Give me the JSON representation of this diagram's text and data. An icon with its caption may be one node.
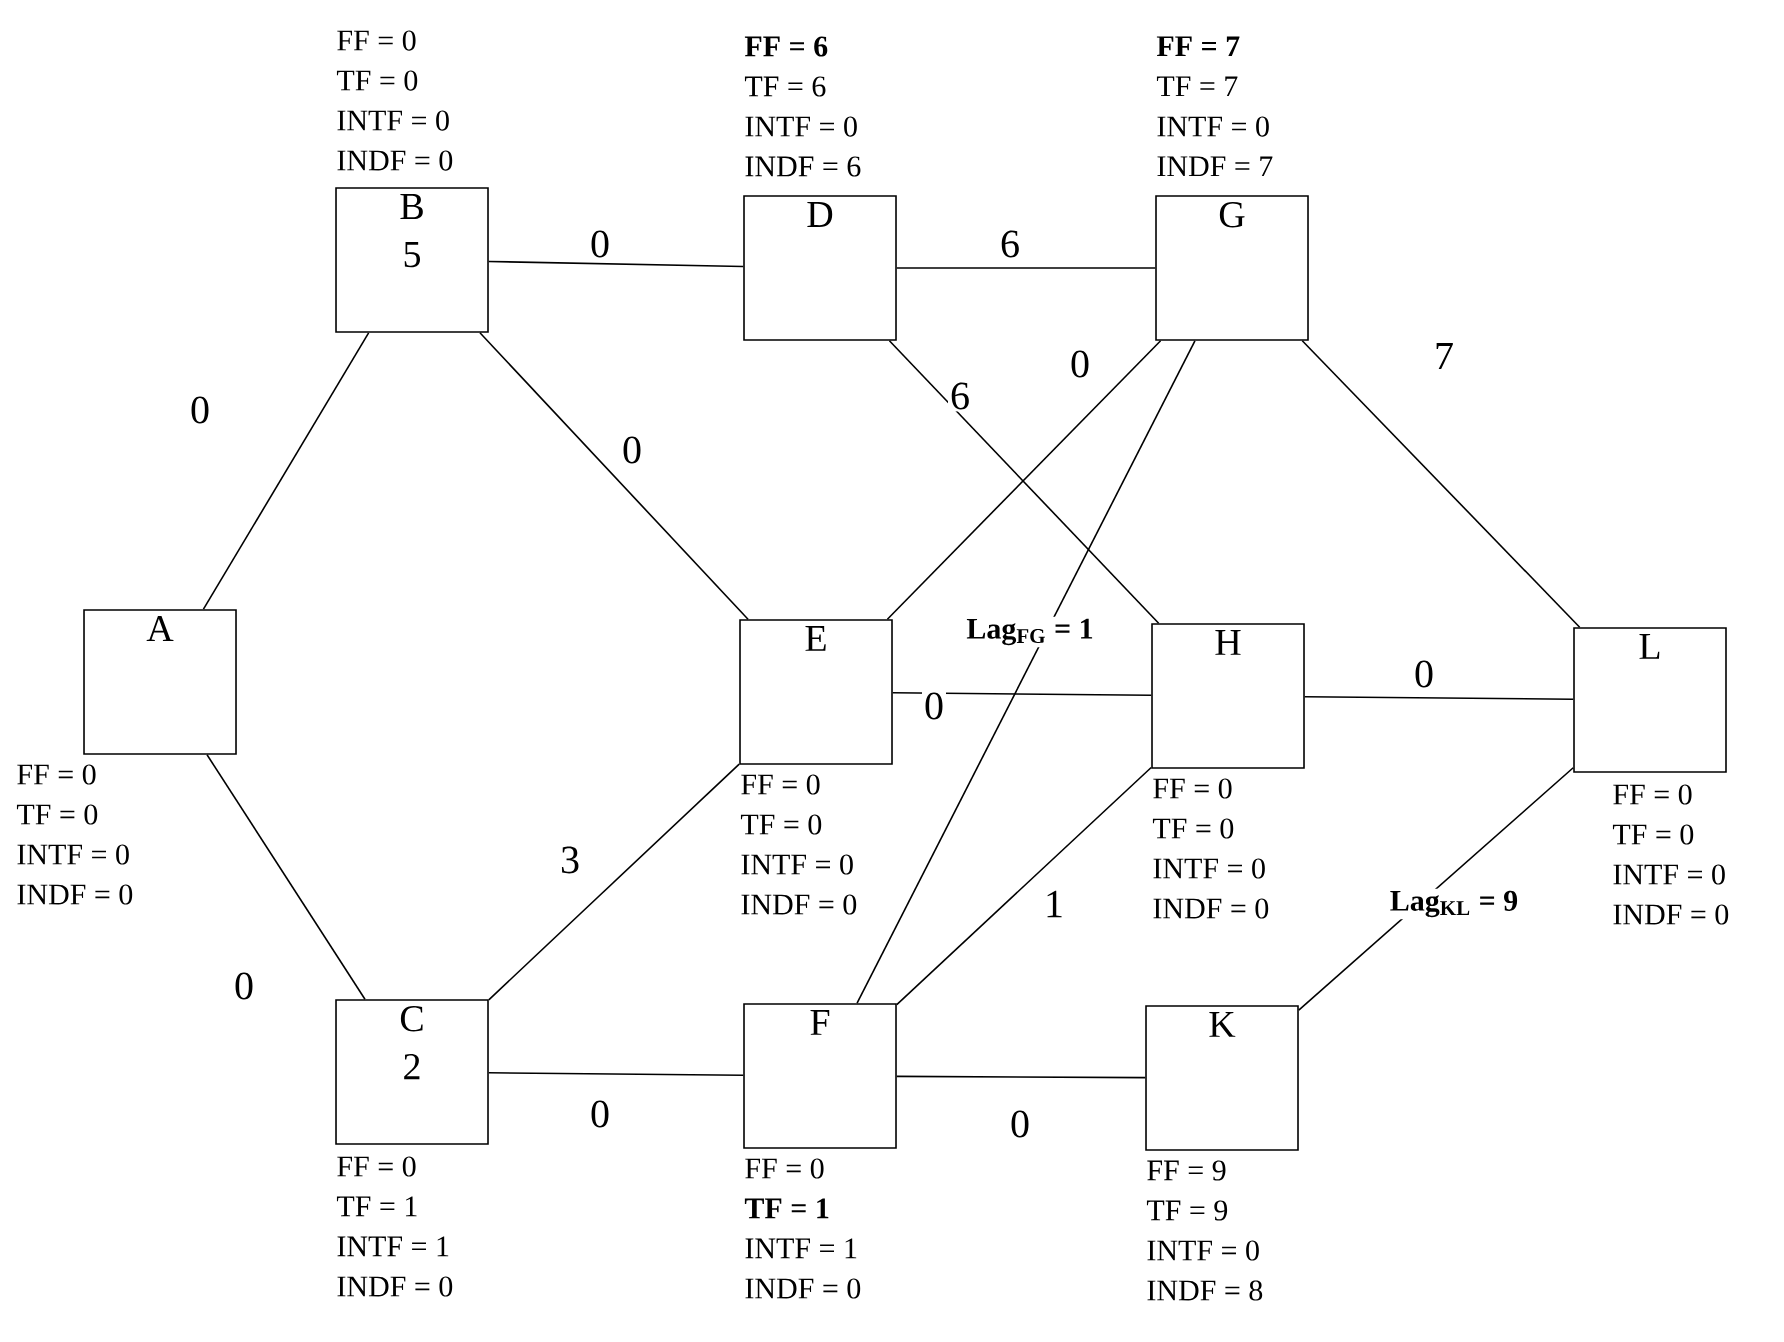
{
  "diagram": {
    "nodes": [
      {
        "text": [
          "A"
        ],
        "beside": [
          "FF = 0",
          "TF = 0",
          "INTF = 0",
          "INDF = 0"
        ]
      },
      {
        "text": [
          "B",
          "5"
        ],
        "beside": [
          "FF = 0",
          "TF = 0",
          "INTF = 0",
          "INDF = 0"
        ]
      },
      {
        "text": [
          "C",
          "2"
        ],
        "beside": [
          "FF = 0",
          "TF = 1",
          "INTF = 1",
          "INDF = 0"
        ]
      },
      {
        "text": [
          "D"
        ],
        "beside": [
          "FF = 6",
          "TF = 6",
          "INTF = 0",
          "INDF = 6"
        ]
      },
      {
        "text": [
          "E"
        ],
        "beside": [
          "FF = 0",
          "TF = 0",
          "INTF = 0",
          "INDF = 0"
        ]
      },
      {
        "text": [
          "F"
        ],
        "beside": [
          "FF = 0",
          "TF = 1",
          "INTF = 1",
          "INDF = 0"
        ]
      },
      {
        "text": [
          "G"
        ],
        "beside": [
          "FF = 7",
          "TF = 7",
          "INTF = 0",
          "INDF = 7"
        ]
      },
      {
        "text": [
          "H"
        ],
        "beside": [
          "FF = 0",
          "TF = 0",
          "INTF = 0",
          "INDF = 0"
        ]
      },
      {
        "text": [
          "K"
        ],
        "beside": [
          "FF = 9",
          "TF = 9",
          "INTF = 0",
          "INDF = 8"
        ]
      },
      {
        "text": [
          "L"
        ],
        "beside": [
          "FF = 0",
          "TF = 0",
          "INTF = 0",
          "INDF = 0"
        ]
      }
    ],
    "edges": [
      {
        "from": 0,
        "to": 1,
        "arrow": "none",
        "label": "0"
      },
      {
        "from": 0,
        "to": 2,
        "arrow": "none",
        "label": "0"
      },
      {
        "from": 1,
        "to": 3,
        "arrow": "none",
        "label": "0"
      },
      {
        "from": 1,
        "to": 4,
        "arrow": "none",
        "label": "0"
      },
      {
        "from": 2,
        "to": 4,
        "arrow": "none",
        "label": "3"
      },
      {
        "from": 2,
        "to": 5,
        "arrow": "none",
        "label": "0"
      },
      {
        "from": 3,
        "to": 6,
        "arrow": "none",
        "label": "6"
      },
      {
        "from": 3,
        "to": 7,
        "arrow": "none",
        "label": "6"
      },
      {
        "from": 4,
        "to": 6,
        "arrow": "none",
        "label": "0"
      },
      {
        "from": 4,
        "to": 7,
        "arrow": "none",
        "label": "0"
      },
      {
        "from": 5,
        "to": 6,
        "arrow": "none",
        "label": "Lag$_{FG}$ = 1"
      },
      {
        "from": 5,
        "to": 7,
        "arrow": "none",
        "label": "1"
      },
      {
        "from": 5,
        "to": 8,
        "arrow": "none",
        "label": "0"
      },
      {
        "from": 6,
        "to": 9,
        "arrow": "none",
        "label": "7"
      },
      {
        "from": 7,
        "to": 9,
        "arrow": "none",
        "label": "0"
      },
      {
        "from": 8,
        "to": 9,
        "arrow": "none",
        "label": "Lag$_{KL}$ = 9"
      }
    ]
  }
}
